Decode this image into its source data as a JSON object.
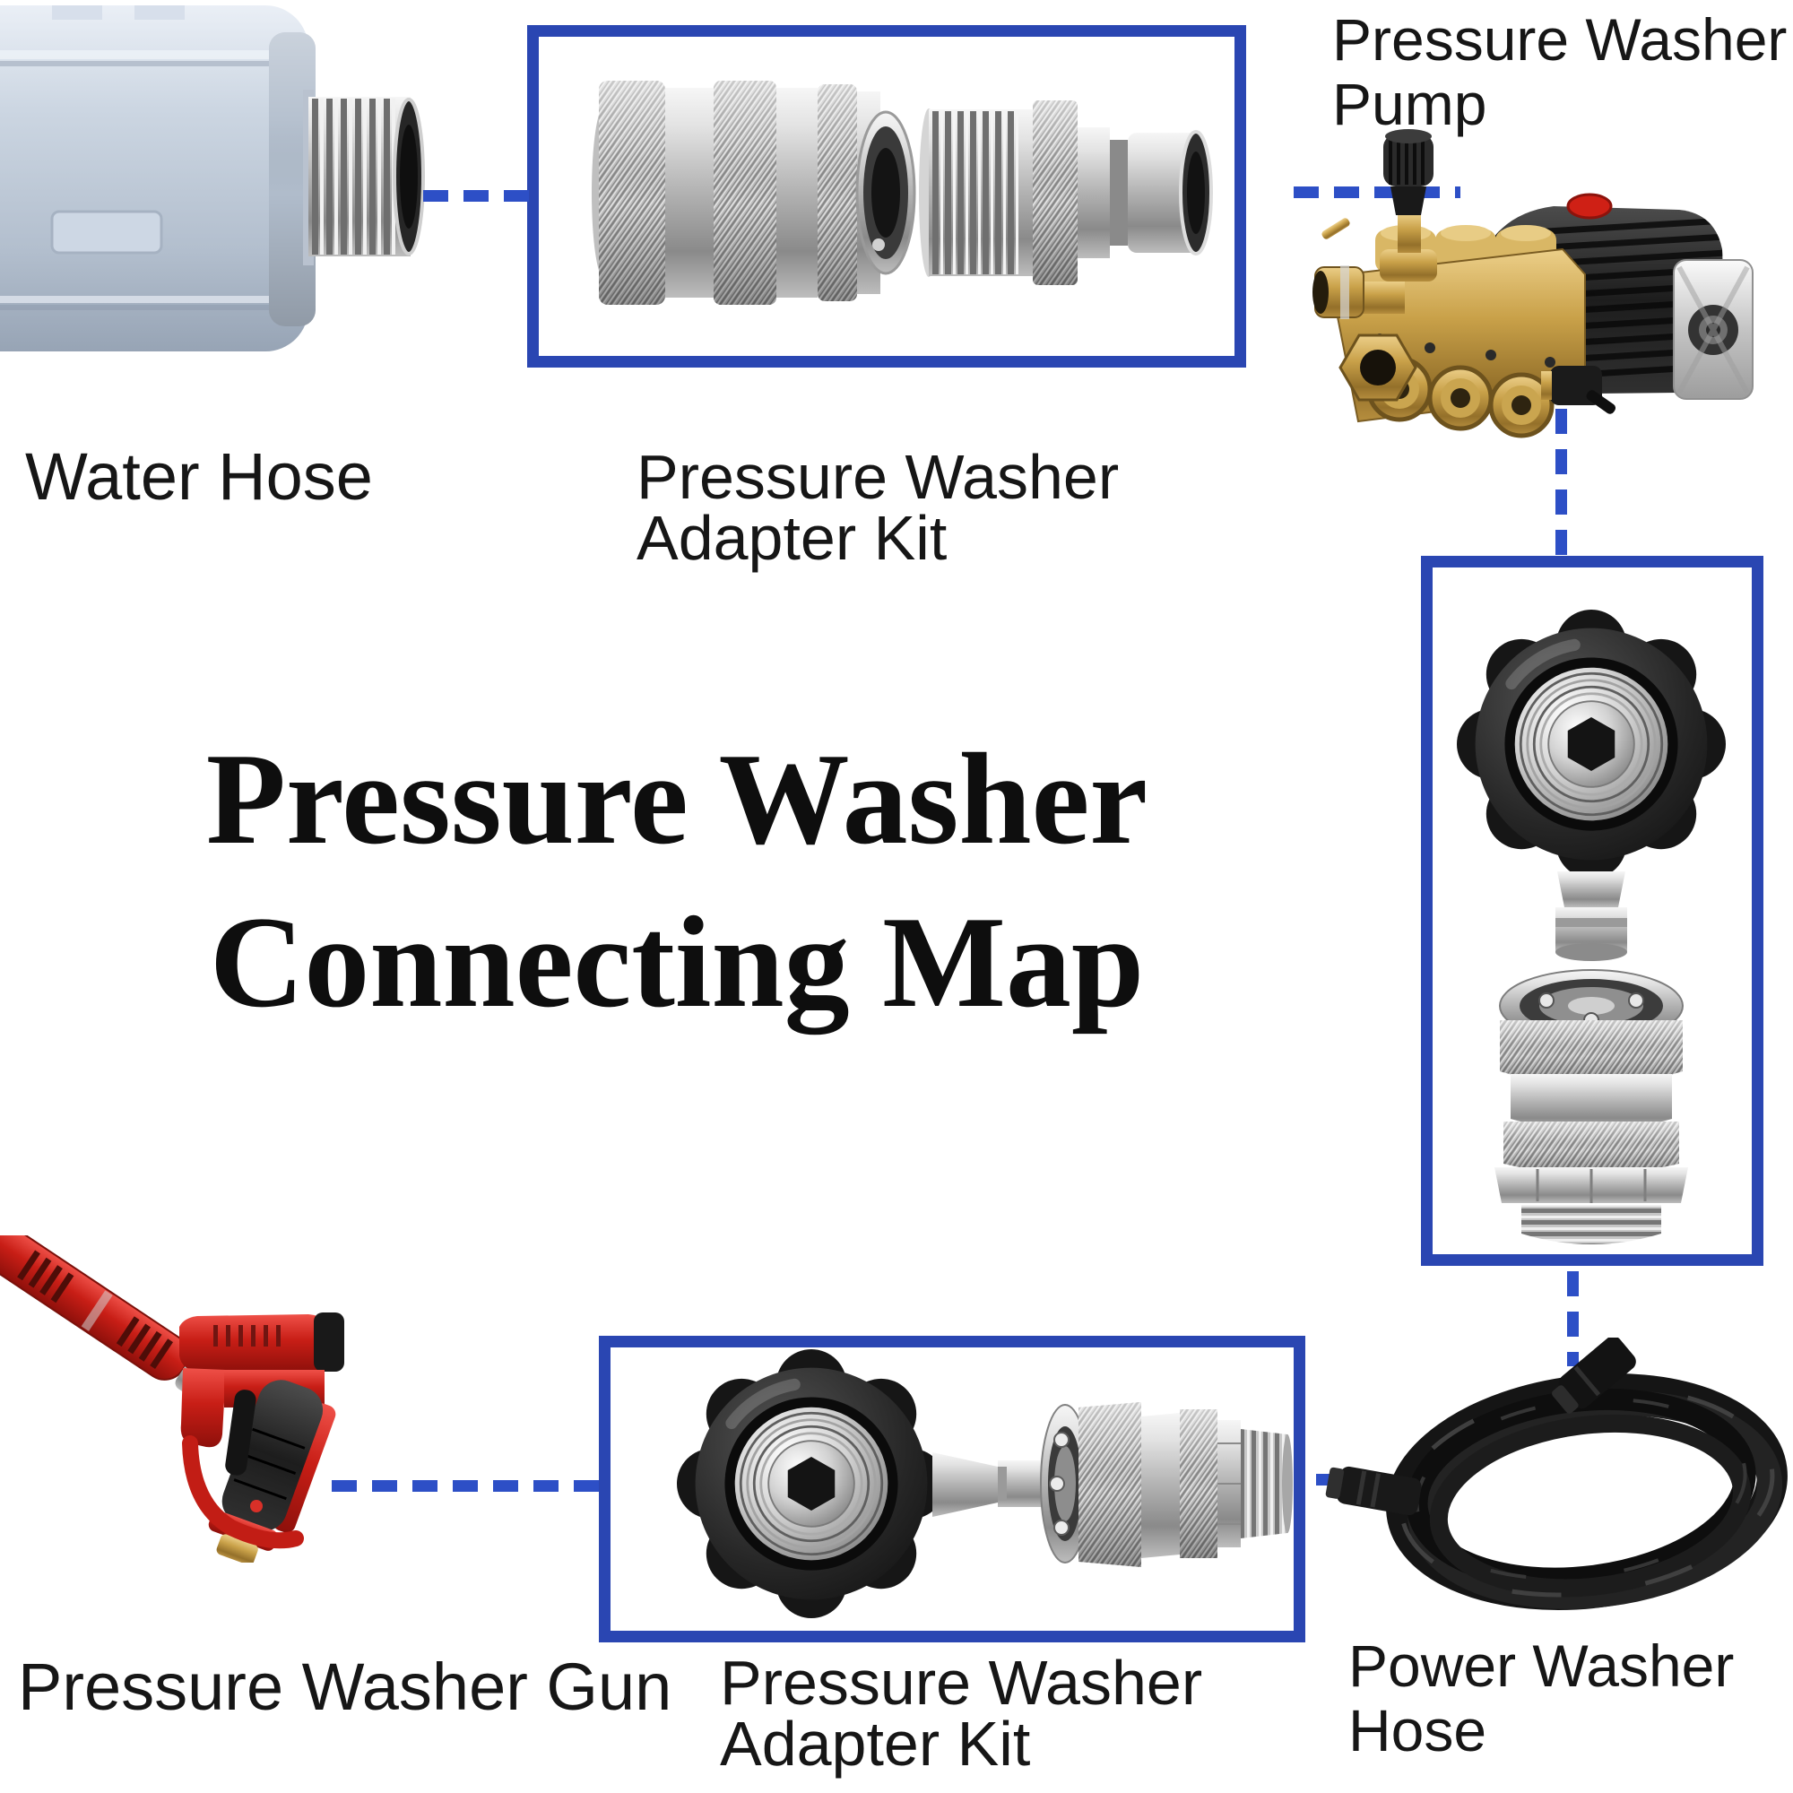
{
  "image_type": "product-connection-diagram",
  "title": {
    "line1": "Pressure Washer",
    "line2": "Connecting Map"
  },
  "colors": {
    "box_border": "#2a46b2",
    "dash": "#2d4fc6",
    "label_text": "#161616",
    "title_text": "#0e0e0e",
    "gun_red": "#c81e16",
    "pump_brass": "#c9a149",
    "steel": "#c0c0c0",
    "hose_black": "#1a1a1a",
    "water_hose_gray": "#c3cedd"
  },
  "nodes": {
    "water_hose": {
      "label": "Water Hose"
    },
    "adapter_kit_top": {
      "label_line1": "Pressure Washer",
      "label_line2": "Adapter Kit"
    },
    "pump": {
      "label_line1": "Pressure Washer",
      "label_line2": "Pump"
    },
    "adapter_kit_side": {
      "label_line1": "",
      "label_line2": ""
    },
    "power_washer_hose": {
      "label_line1": "Power Washer",
      "label_line2": "Hose"
    },
    "adapter_kit_bottom": {
      "label_line1": "Pressure Washer",
      "label_line2": "Adapter Kit"
    },
    "pressure_washer_gun": {
      "label": "Pressure Washer Gun"
    }
  },
  "connections": [
    {
      "from": "water_hose",
      "to": "adapter_kit_top"
    },
    {
      "from": "adapter_kit_top",
      "to": "pump"
    },
    {
      "from": "pump",
      "to": "adapter_kit_side"
    },
    {
      "from": "adapter_kit_side",
      "to": "power_washer_hose"
    },
    {
      "from": "adapter_kit_bottom",
      "to": "power_washer_hose"
    },
    {
      "from": "pressure_washer_gun",
      "to": "adapter_kit_bottom"
    }
  ]
}
